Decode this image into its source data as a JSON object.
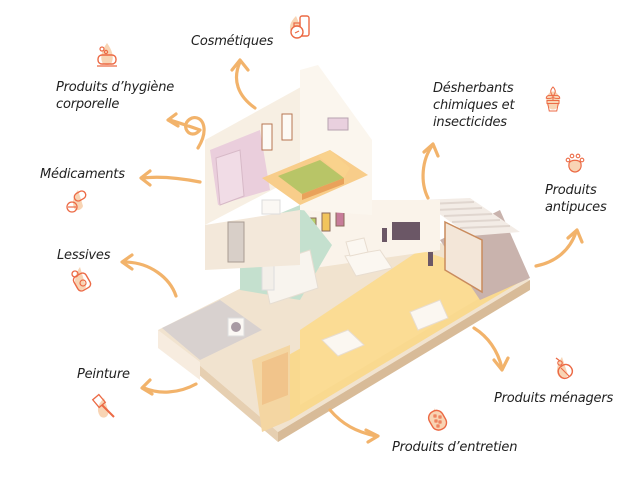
{
  "title": "Sources de produits chimiques dans la maison",
  "accent_color": "#f2b36b",
  "icon_color": "#ec6a45",
  "icon_bg_color": "#f8d4b4",
  "categories": [
    {
      "id": "cosmetiques",
      "label": "Cosmétiques",
      "icon": "cosmetics-bottle-icon"
    },
    {
      "id": "hygiene",
      "label_line1": "Produits d’hygiène",
      "label_line2": "corporelle",
      "icon": "soap-icon"
    },
    {
      "id": "medicaments",
      "label": "Médicaments",
      "icon": "pills-icon"
    },
    {
      "id": "lessives",
      "label": "Lessives",
      "icon": "detergent-bottle-icon"
    },
    {
      "id": "peinture",
      "label": "Peinture",
      "icon": "paintbrush-icon"
    },
    {
      "id": "entretien",
      "label": "Produits d’entretien",
      "icon": "sponge-icon"
    },
    {
      "id": "menagers",
      "label": "Produits ménagers",
      "icon": "spray-bottle-icon"
    },
    {
      "id": "antipuces",
      "label_line1": "Produits",
      "label_line2": "antipuces",
      "icon": "paw-icon"
    },
    {
      "id": "desherbants",
      "label_line1": "Désherbants",
      "label_line2": "chimiques et",
      "label_line3": "insecticides",
      "icon": "plant-pot-icon"
    }
  ]
}
